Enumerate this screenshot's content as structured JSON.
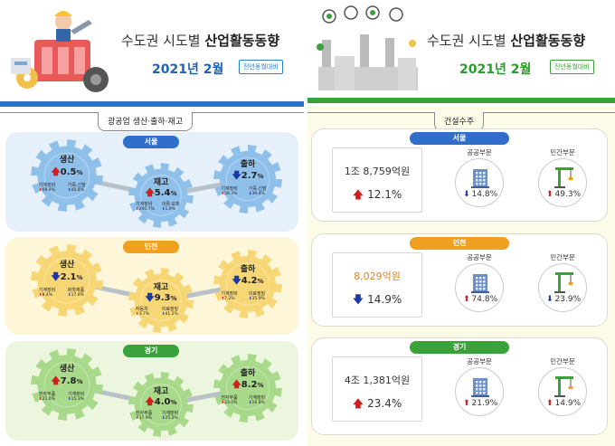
{
  "left": {
    "title_prefix": "수도권 시도별 ",
    "title_bold": "산업활동동향",
    "date": "2021년 2월",
    "badge": "전년동월대비",
    "section": "광공업 생산·출하·재고",
    "regions": [
      {
        "name": "서울",
        "production": {
          "label": "생산",
          "dir": "up",
          "arrow": "🡅",
          "value": "0.5",
          "pct": "%",
          "subs": [
            {
              "label": "기계장비",
              "dir": "up",
              "arrow": "⬆",
              "value": "69.9%"
            },
            {
              "label": "가죽·신발",
              "dir": "down",
              "arrow": "⬇",
              "value": "40.8%"
            }
          ]
        },
        "inventory": {
          "label": "재고",
          "dir": "up",
          "arrow": "🡅",
          "value": "5.4",
          "pct": "%",
          "subs": [
            {
              "label": "기계장비",
              "dir": "up",
              "arrow": "⬆",
              "value": "240.7%"
            },
            {
              "label": "의류·모피",
              "dir": "down",
              "arrow": "⬇",
              "value": "1.9%"
            }
          ]
        },
        "shipment": {
          "label": "출하",
          "dir": "down",
          "arrow": "🡇",
          "value": "2.7",
          "pct": "%",
          "subs": [
            {
              "label": "기계장비",
              "dir": "up",
              "arrow": "⬆",
              "value": "59.3%"
            },
            {
              "label": "가죽·신발",
              "dir": "down",
              "arrow": "⬇",
              "value": "39.4%"
            }
          ]
        }
      },
      {
        "name": "인천",
        "production": {
          "label": "생산",
          "dir": "down",
          "arrow": "🡇",
          "value": "2.1",
          "pct": "%",
          "subs": [
            {
              "label": "기계장비",
              "dir": "up",
              "arrow": "⬆",
              "value": "8.4%"
            },
            {
              "label": "화학제품",
              "dir": "down",
              "arrow": "⬇",
              "value": "17.9%"
            }
          ]
        },
        "inventory": {
          "label": "재고",
          "dir": "down",
          "arrow": "🡇",
          "value": "9.3",
          "pct": "%",
          "subs": [
            {
              "label": "자동차",
              "dir": "up",
              "arrow": "⬆",
              "value": "3.7%"
            },
            {
              "label": "의료정밀",
              "dir": "down",
              "arrow": "⬇",
              "value": "41.2%"
            }
          ]
        },
        "shipment": {
          "label": "출하",
          "dir": "down",
          "arrow": "🡇",
          "value": "4.2",
          "pct": "%",
          "subs": [
            {
              "label": "기계장비",
              "dir": "up",
              "arrow": "⬆",
              "value": "7.2%"
            },
            {
              "label": "의료정밀",
              "dir": "down",
              "arrow": "⬇",
              "value": "35.9%"
            }
          ]
        }
      },
      {
        "name": "경기",
        "production": {
          "label": "생산",
          "dir": "up",
          "arrow": "🡅",
          "value": "7.8",
          "pct": "%",
          "subs": [
            {
              "label": "전자부품",
              "dir": "up",
              "arrow": "⬆",
              "value": "21.6%"
            },
            {
              "label": "기계장비",
              "dir": "down",
              "arrow": "⬇",
              "value": "15.3%"
            }
          ]
        },
        "inventory": {
          "label": "재고",
          "dir": "up",
          "arrow": "🡅",
          "value": "4.0",
          "pct": "%",
          "subs": [
            {
              "label": "전자부품",
              "dir": "up",
              "arrow": "⬆",
              "value": "17.9%"
            },
            {
              "label": "기계장비",
              "dir": "down",
              "arrow": "⬇",
              "value": "25.2%"
            }
          ]
        },
        "shipment": {
          "label": "출하",
          "dir": "up",
          "arrow": "🡅",
          "value": "8.2",
          "pct": "%",
          "subs": [
            {
              "label": "전자부품",
              "dir": "up",
              "arrow": "⬆",
              "value": "23.0%"
            },
            {
              "label": "기계장비",
              "dir": "down",
              "arrow": "⬇",
              "value": "16.8%"
            }
          ]
        }
      }
    ]
  },
  "right": {
    "title_prefix": "수도권 시도별 ",
    "title_bold": "산업활동동향",
    "date": "2021년 2월",
    "badge": "전년동월대비",
    "section": "건설수주",
    "public_label": "공공부문",
    "private_label": "민간부문",
    "regions": [
      {
        "name": "서울",
        "amount": "1조 8,759억원",
        "amount_color": "#333333",
        "rate_dir": "up",
        "rate_arrow": "🡅",
        "rate": "12.1%",
        "public": {
          "dir": "down",
          "arrow": "⬇",
          "value": "14.8%"
        },
        "private": {
          "dir": "up",
          "arrow": "⬆",
          "value": "49.3%"
        }
      },
      {
        "name": "인천",
        "amount": "8,029억원",
        "amount_color": "#d9822b",
        "rate_dir": "down",
        "rate_arrow": "🡇",
        "rate": "14.9%",
        "public": {
          "dir": "up",
          "arrow": "⬆",
          "value": "74.8%"
        },
        "private": {
          "dir": "down",
          "arrow": "⬇",
          "value": "23.9%"
        }
      },
      {
        "name": "경기",
        "amount": "4조 1,381억원",
        "amount_color": "#333333",
        "rate_dir": "up",
        "rate_arrow": "🡅",
        "rate": "23.4%",
        "public": {
          "dir": "up",
          "arrow": "⬆",
          "value": "21.9%"
        },
        "private": {
          "dir": "up",
          "arrow": "⬆",
          "value": "14.9%"
        }
      }
    ]
  },
  "colors": {
    "seoul_pill": "#2f6fc9",
    "incheon_pill": "#f0a020",
    "gyeonggi_pill": "#3aa23a",
    "seoul_card": "#e6f0fa",
    "incheon_card": "#fdf6d8",
    "gyeonggi_card": "#ecf6df",
    "up": "#d21e1e",
    "down": "#1c38a8",
    "right_bar": "#3aa23a",
    "left_bar": "#2f6fc9"
  },
  "icons": {
    "left_header": "worker-machine-illustration",
    "right_header": "factory-city-illustration",
    "public": "office-building-icon",
    "private": "construction-crane-icon"
  }
}
